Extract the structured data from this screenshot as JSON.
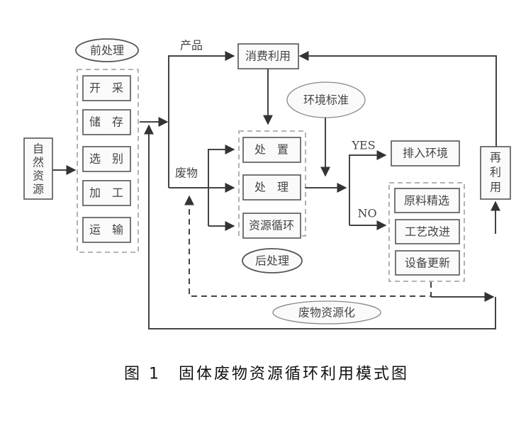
{
  "diagram": {
    "pre_processing": {
      "label": "前处理",
      "steps": [
        "开　采",
        "储　存",
        "选　别",
        "加　工",
        "运　输"
      ]
    },
    "natural_resource": {
      "chars": [
        "自",
        "然",
        "资",
        "源"
      ]
    },
    "product_label": "产品",
    "waste_label": "废物",
    "consumption": "消费利用",
    "env_standard": "环境标准",
    "post_processing": {
      "label": "后处理",
      "steps": [
        "处　置",
        "处　理",
        "资源循环"
      ]
    },
    "yes_label": "YES",
    "no_label": "NO",
    "discharge": "排入环境",
    "improvements": [
      "原料精选",
      "工艺改进",
      "设备更新"
    ],
    "reuse": {
      "chars": [
        "再",
        "利",
        "用"
      ]
    },
    "waste_recycling": "废物资源化"
  },
  "caption": "图 1　固体废物资源循环利用模式图"
}
